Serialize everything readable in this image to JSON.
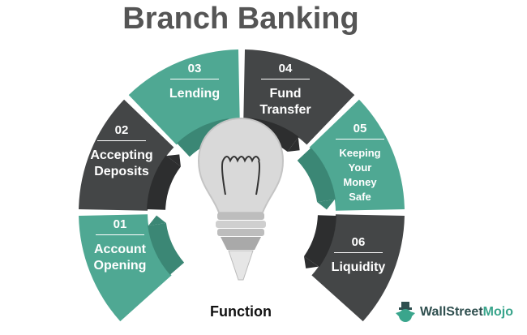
{
  "title": "Branch Banking",
  "center_label": "Function",
  "segments": [
    {
      "num": "01",
      "label": "Account\nOpening",
      "color": "teal"
    },
    {
      "num": "02",
      "label": "Accepting\nDeposits",
      "color": "dark"
    },
    {
      "num": "03",
      "label": "Lending",
      "color": "teal"
    },
    {
      "num": "04",
      "label": "Fund\nTransfer",
      "color": "dark"
    },
    {
      "num": "05",
      "label": "Keeping\nYour\nMoney\nSafe",
      "color": "teal"
    },
    {
      "num": "06",
      "label": "Liquidity",
      "color": "dark"
    }
  ],
  "logo": {
    "part1": "WallStreet",
    "part2": "Mojo"
  },
  "colors": {
    "teal": "#4fa893",
    "teal_dark": "#3b8775",
    "dark": "#444647",
    "dark_dark": "#2d2e2f",
    "title": "#555555"
  }
}
